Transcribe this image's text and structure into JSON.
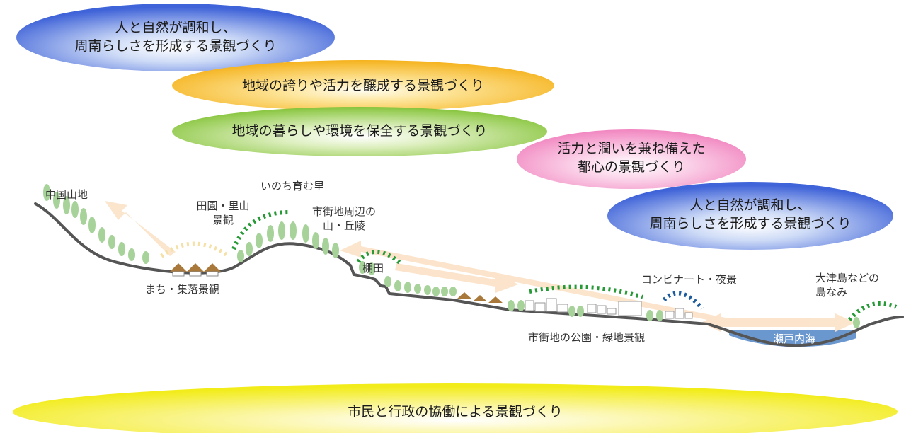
{
  "ellipses": {
    "blue_top": [
      "人と自然が調和し、",
      "周南らしさを形成する景観づくり"
    ],
    "orange": "地域の誇りや活力を醸成する景観づくり",
    "green": "地域の暮らしや環境を保全する景観づくり",
    "pink": [
      "活力と潤いを兼ね備えた",
      "都心の景観づくり"
    ],
    "blue_right": [
      "人と自然が調和し、",
      "周南らしさを形成する景観づくり"
    ],
    "yellow_bottom": "市民と行政の協働による景観づくり"
  },
  "labels": {
    "chugoku": "中国山地",
    "inochi": "いのち育む里",
    "denen_1": "田園・里山",
    "denen_2": "景観",
    "shigai_1": "市街地周辺の",
    "shigai_2": "山・丘陵",
    "tanada": "棚田",
    "machi": "まち・集落景観",
    "kombinat": "コンビナート・夜景",
    "ozu_1": "大津島などの",
    "ozu_2": "島なみ",
    "park": "市街地の公園・緑地景観",
    "sea": "瀬戸内海"
  },
  "colors": {
    "blue": "#3f63d8",
    "orange": "#f5b21c",
    "green": "#86c43b",
    "pink": "#f186c0",
    "yellow": "#f2ec1a",
    "tree": "#a7d39a",
    "ground": "#555555",
    "dash_green": "#279a37",
    "dash_blue": "#1c5b9c",
    "arrow": "#fbe2c6",
    "sea": "#6b97cf"
  }
}
